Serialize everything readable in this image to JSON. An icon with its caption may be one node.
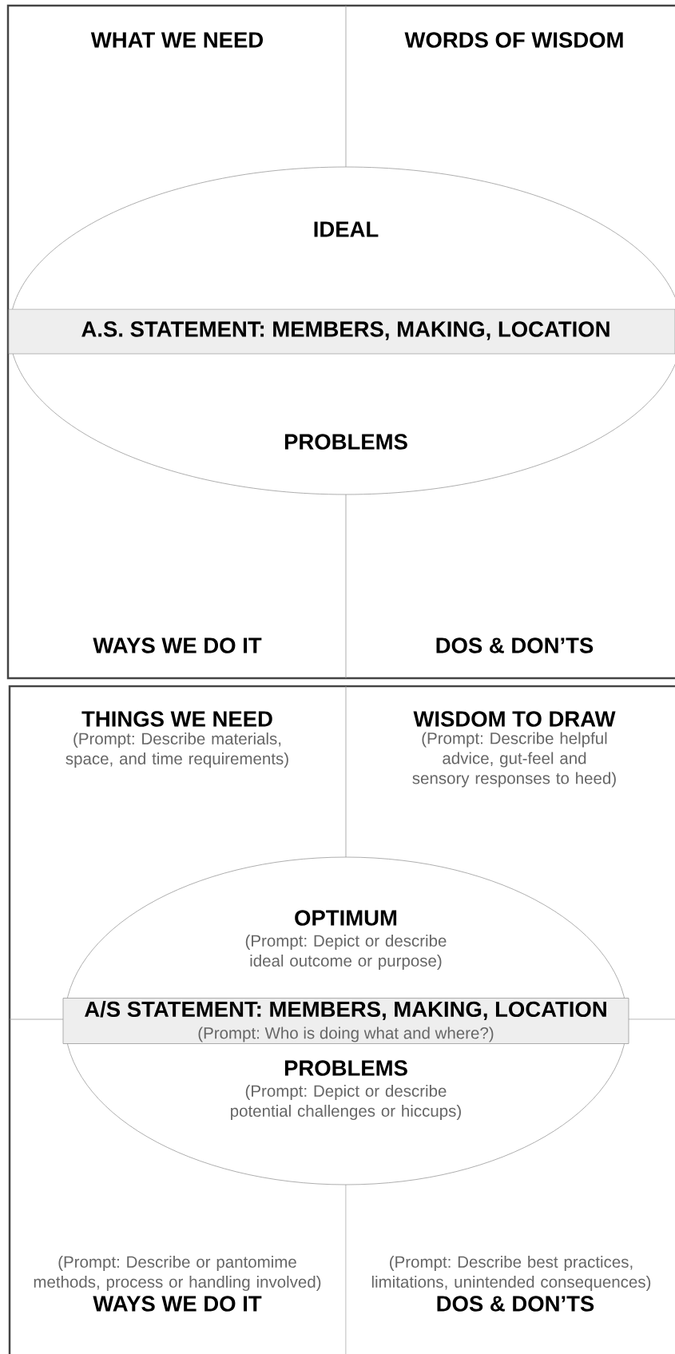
{
  "diagram": {
    "nodes": [
      {
        "text": [
          "WHAT WE NEED"
        ]
      },
      {
        "text": [
          "WORDS OF WISDOM"
        ]
      },
      {
        "text": [
          "IDEAL",
          "PROBLEMS"
        ]
      },
      {
        "text": [
          "A.S. STATEMENT: MEMBERS, MAKING, LOCATION"
        ],
        "in": 2
      },
      {
        "text": [
          "WAYS WE DO IT"
        ]
      },
      {
        "text": [
          "DOS & DON’TS"
        ]
      },
      {
        "text": [
          "THINGS WE NEED",
          "(Prompt: Describe materials, space, and time requirements)"
        ]
      },
      {
        "text": [
          "WISDOM TO DRAW",
          "(Prompt: Describe helpful advice, gut-feel and sensory responses to heed)"
        ]
      },
      {
        "text": [
          "OPTIMUM",
          "(Prompt: Depict or describe ideal outcome or purpose)",
          "PROBLEMS",
          "(Prompt: Depict or describe potential challenges or hiccups)"
        ]
      },
      {
        "text": [
          "A/S STATEMENT: MEMBERS, MAKING, LOCATION",
          "(Prompt: Who is doing what and where?)"
        ],
        "in": 8
      },
      {
        "text": [
          "(Prompt: Describe or pantomime methods, process or handling involved)",
          "WAYS WE DO IT"
        ]
      },
      {
        "text": [
          "(Prompt: Describe best practices, limitations, unintended consequences)",
          "DOS & DON’TS"
        ]
      }
    ]
  }
}
